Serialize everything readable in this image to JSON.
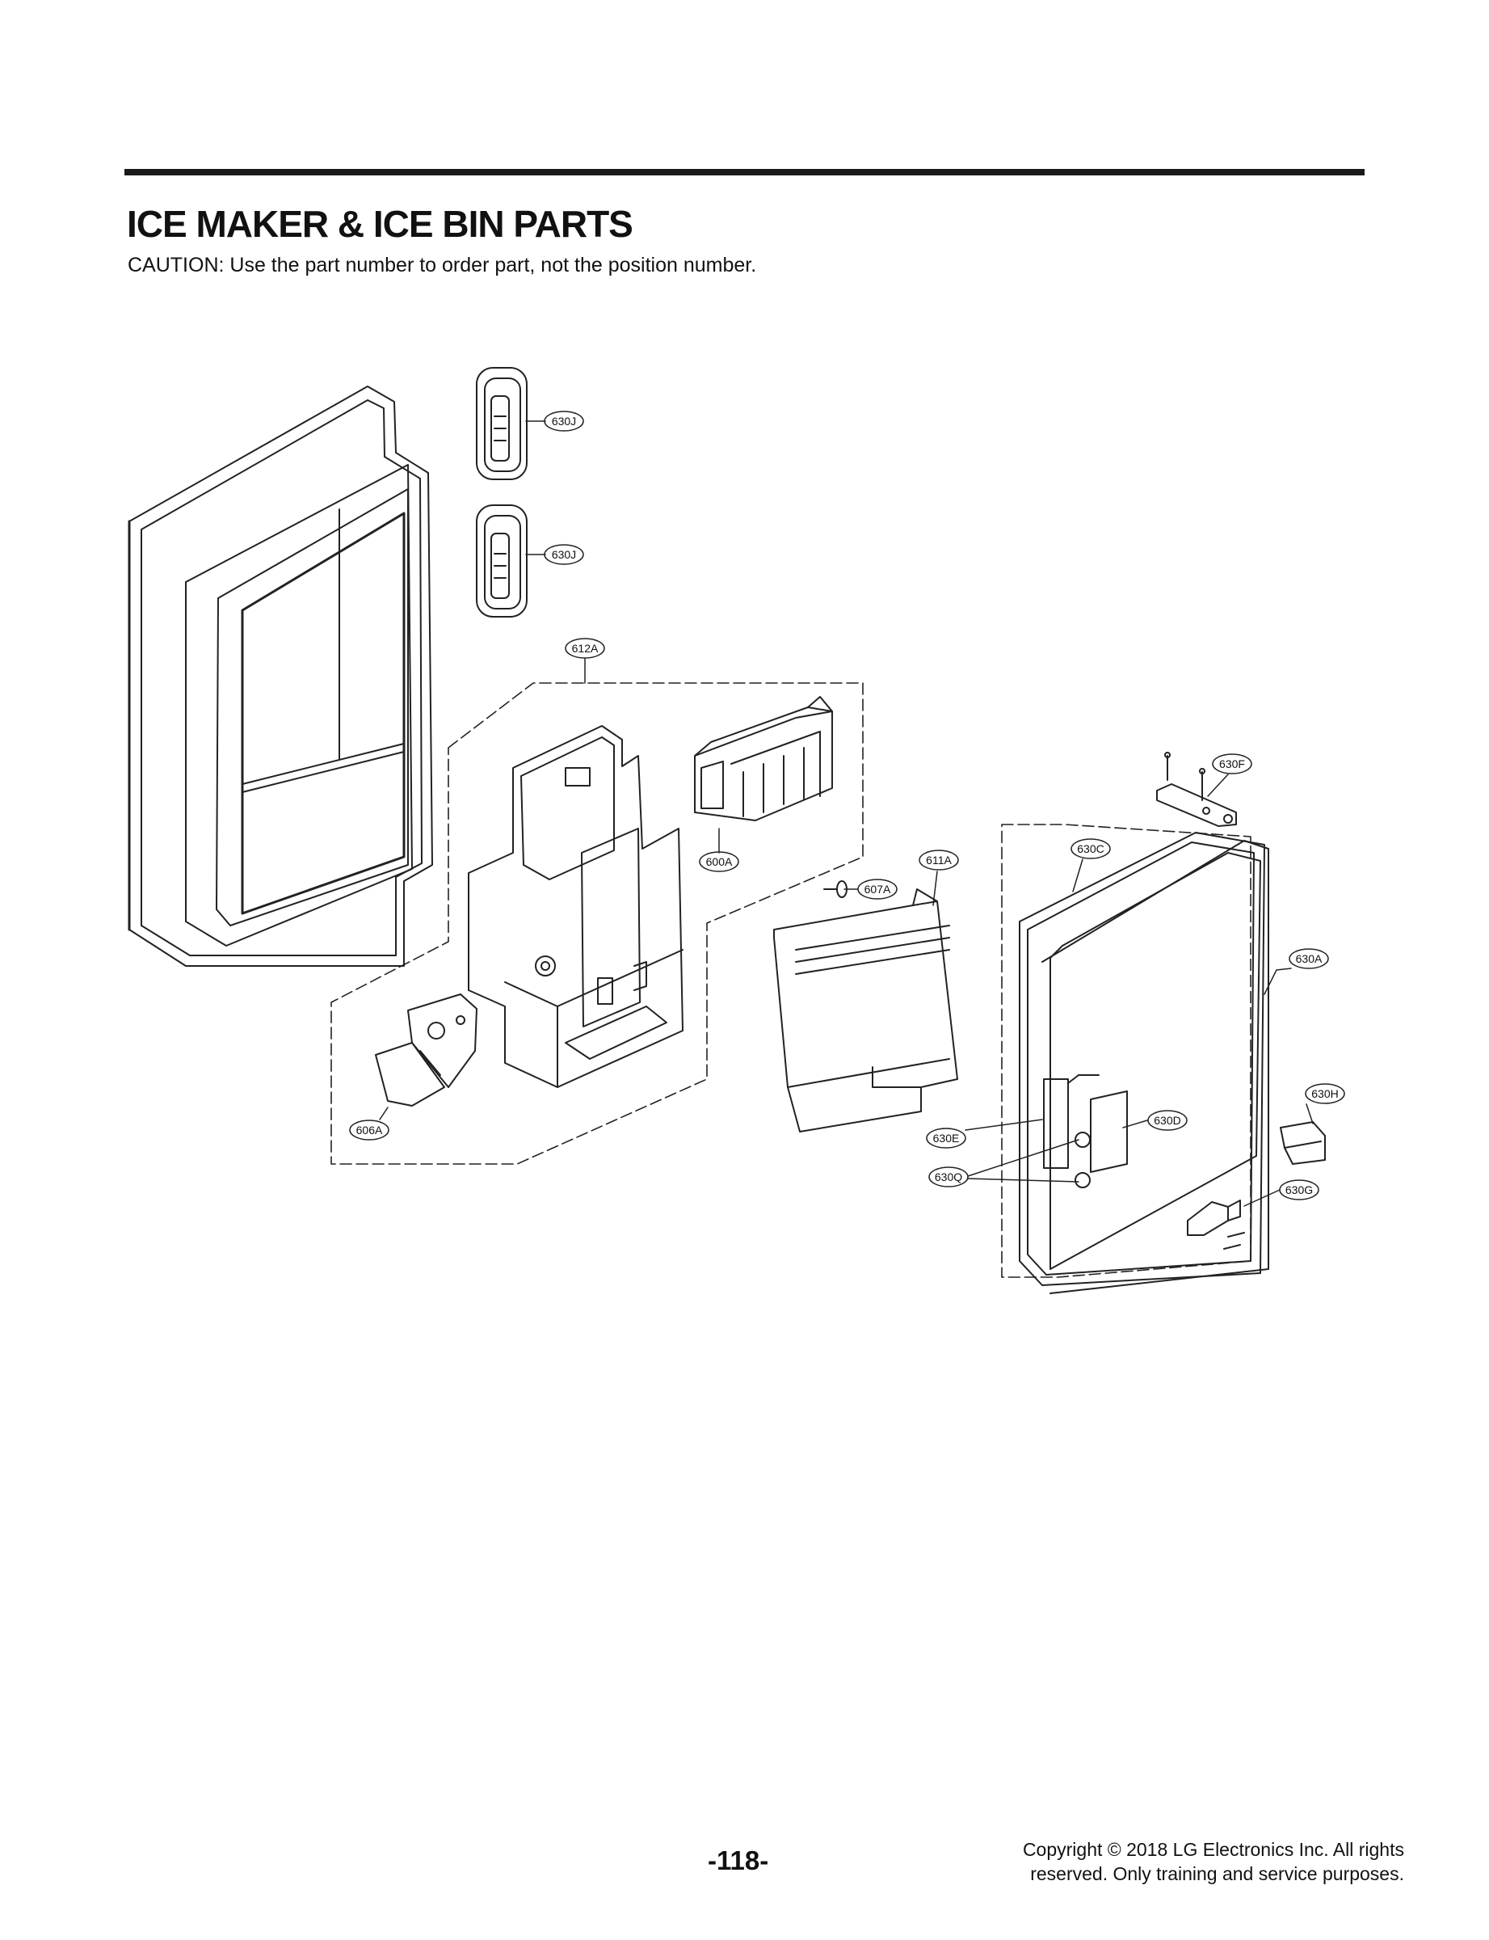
{
  "header": {
    "title": "ICE MAKER & ICE BIN PARTS",
    "caution": "CAUTION: Use the part number to order part, not the position number."
  },
  "callouts": {
    "c630J_top": "630J",
    "c630J_bottom": "630J",
    "c612A": "612A",
    "c600A": "600A",
    "c607A": "607A",
    "c611A": "611A",
    "c606A": "606A",
    "c630F": "630F",
    "c630C": "630C",
    "c630A": "630A",
    "c630H": "630H",
    "c630D": "630D",
    "c630E": "630E",
    "c630Q": "630Q",
    "c630G": "630G"
  },
  "footer": {
    "page_number": "-118-",
    "copyright_line1": "Copyright © 2018 LG Electronics Inc. All rights",
    "copyright_line2": "reserved. Only training and service purposes."
  }
}
